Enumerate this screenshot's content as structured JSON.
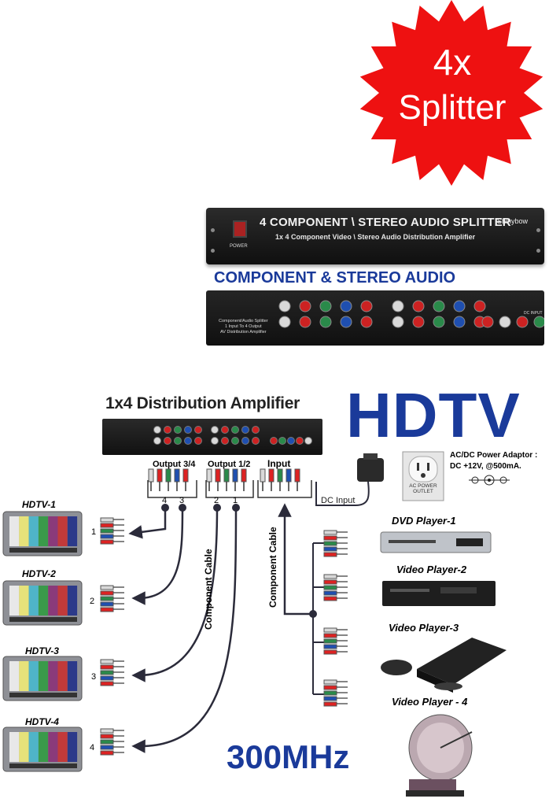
{
  "badge": {
    "line1": "4x",
    "line2": "Splitter",
    "color": "#ee1111"
  },
  "device_front": {
    "title": "4 COMPONENT \\ STEREO AUDIO SPLITTER",
    "subtitle": "1x 4 Component Video \\ Stereo Audio Distribution Amplifier",
    "brand": "Shinybow",
    "power_label": "POWER"
  },
  "banner": {
    "text": "COMPONENT & STEREO AUDIO",
    "color": "#1a3a9a"
  },
  "device_back": {
    "left_label": [
      "Component/Audio Splitter",
      "1 Input To 4 Output",
      "AV Distribution Amplifier"
    ],
    "dc_label": "DC INPUT"
  },
  "diagram": {
    "title": "1x4 Distribution Amplifier",
    "big_title": "HDTV",
    "frequency": "300MHz",
    "output_groups": [
      {
        "label": "Output 3/4",
        "numbers": [
          "4",
          "3"
        ]
      },
      {
        "label": "Output 1/2",
        "numbers": [
          "2",
          "1"
        ]
      }
    ],
    "input_label": "Input",
    "dc_input_label": "DC Input",
    "power_outlet": [
      "AC POWER",
      "OUTLET"
    ],
    "adaptor_text": [
      "AC/DC Power Adaptor :",
      "DC +12V, @500mA."
    ],
    "cable_label": "Component Cable",
    "hdtvs": [
      {
        "label": "HDTV-1",
        "number": "1"
      },
      {
        "label": "HDTV-2",
        "number": "2"
      },
      {
        "label": "HDTV-3",
        "number": "3"
      },
      {
        "label": "HDTV-4",
        "number": "4"
      }
    ],
    "players": [
      "DVD Player-1",
      "Video Player-2",
      "Video Player-3",
      "Video Player - 4"
    ]
  }
}
